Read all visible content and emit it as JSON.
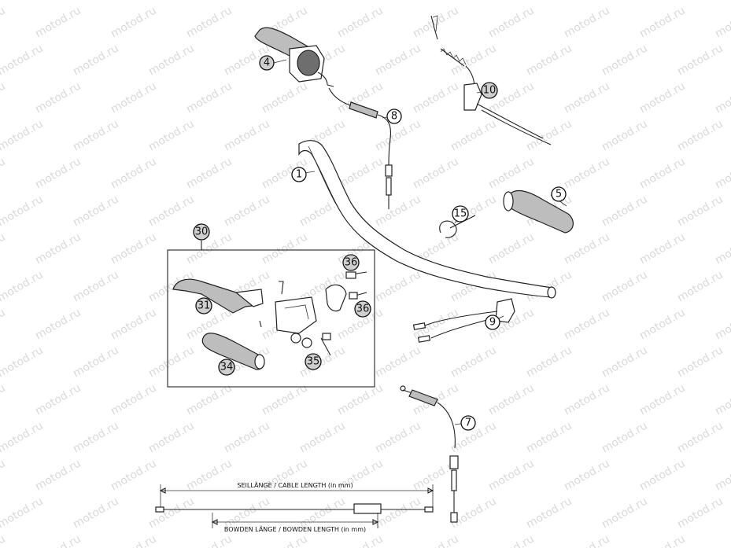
{
  "watermark": {
    "text": "motod.ru"
  },
  "callouts": [
    {
      "id": "c1",
      "label": "1",
      "shaded": false
    },
    {
      "id": "c4",
      "label": "4",
      "shaded": true
    },
    {
      "id": "c5",
      "label": "5",
      "shaded": false
    },
    {
      "id": "c7",
      "label": "7",
      "shaded": false
    },
    {
      "id": "c8",
      "label": "8",
      "shaded": false
    },
    {
      "id": "c9",
      "label": "9",
      "shaded": false
    },
    {
      "id": "c10",
      "label": "10",
      "shaded": true
    },
    {
      "id": "c15",
      "label": "15",
      "shaded": false
    },
    {
      "id": "c30",
      "label": "30",
      "shaded": true
    },
    {
      "id": "c31",
      "label": "31",
      "shaded": true
    },
    {
      "id": "c34",
      "label": "34",
      "shaded": true
    },
    {
      "id": "c35",
      "label": "35",
      "shaded": true
    },
    {
      "id": "c36a",
      "label": "36",
      "shaded": true
    },
    {
      "id": "c36b",
      "label": "36",
      "shaded": true
    }
  ],
  "dimensions": {
    "cable_length_label": "SEILLÄNGE / CABLE LENGTH (in mm)",
    "bowden_length_label": "BOWDEN LÄNGE / BOWDEN LENGTH (in mm)"
  }
}
